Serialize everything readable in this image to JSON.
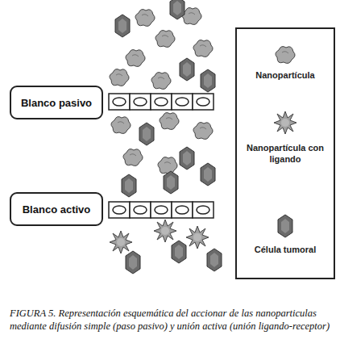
{
  "diagram": {
    "caption": "FIGURA 5. Representación esquemática del accionar de las nanoparticulas mediante difusión simple (paso pasivo) y unión activa (unión ligando-receptor)",
    "nodes": [
      {
        "text": [
          "Blanco pasivo"
        ]
      },
      {
        "text": [
          "Blanco activo"
        ]
      }
    ],
    "legend": [
      {
        "text": "Nanopartícula"
      },
      {
        "text": "Nanopartícula con ligando"
      },
      {
        "text": "Célula tumoral"
      }
    ]
  }
}
